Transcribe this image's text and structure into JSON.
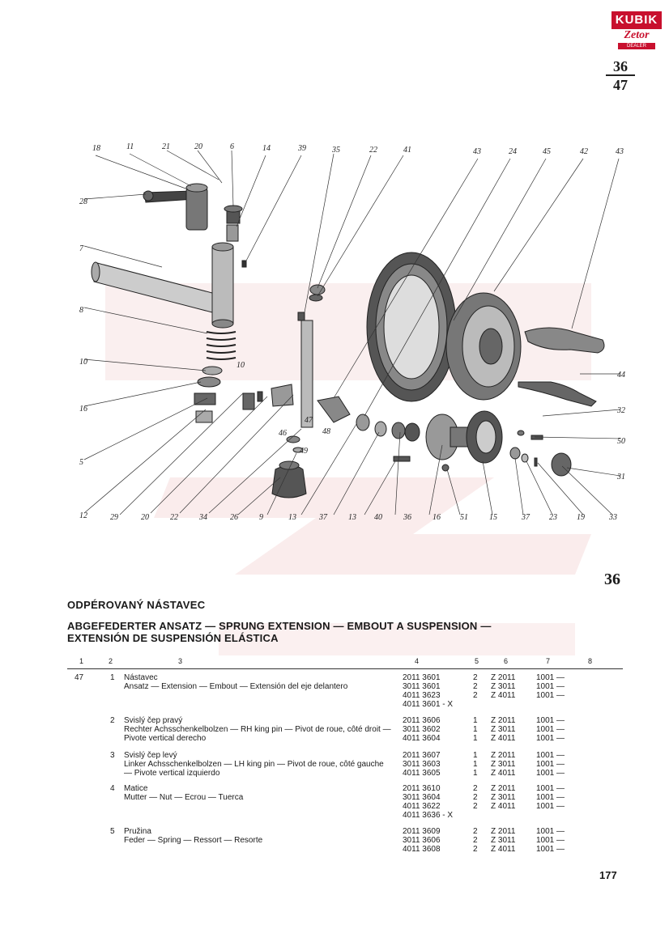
{
  "logo": {
    "brand": "KUBIK",
    "sub": "Zetor",
    "tag": "DEALER"
  },
  "figure_fraction": {
    "numerator": "36",
    "denominator": "47"
  },
  "figure_number": "36",
  "callouts": [
    "18",
    "11",
    "21",
    "20",
    "6",
    "14",
    "39",
    "35",
    "22",
    "41",
    "43",
    "24",
    "45",
    "42",
    "43",
    "28",
    "7",
    "8",
    "10",
    "10",
    "16",
    "5",
    "44",
    "32",
    "50",
    "31",
    "12",
    "29",
    "20",
    "22",
    "34",
    "26",
    "9",
    "13",
    "37",
    "13",
    "40",
    "36",
    "16",
    "51",
    "15",
    "37",
    "23",
    "19",
    "33",
    "46",
    "47",
    "48",
    "49"
  ],
  "title_cz": "ODPÉROVANÝ NÁSTAVEC",
  "title_multi_1": "ABGEFEDERTER ANSATZ — SPRUNG EXTENSION — EMBOUT A SUSPENSION —",
  "title_multi_2": "EXTENSIÓN DE SUSPENSIÓN ELÁSTICA",
  "column_numbers": [
    "1",
    "2",
    "3",
    "4",
    "5",
    "6",
    "7",
    "8"
  ],
  "parts": [
    {
      "fig": "47",
      "pos": "1",
      "desc": "Nástavec\nAnsatz — Extension — Embout — Extensión del eje delantero",
      "codes": [
        "2011 3601",
        "3011 3601",
        "4011 3623",
        "4011 3601 - X"
      ],
      "qty": [
        "2",
        "2",
        "2",
        ""
      ],
      "models": [
        "Z 2011",
        "Z 3011",
        "Z 4011",
        ""
      ],
      "valid": [
        "1001 —",
        "1001 —",
        "1001 —",
        ""
      ]
    },
    {
      "fig": "",
      "pos": "2",
      "desc": "Svislý čep pravý\nRechter Achsschenkelbolzen — RH king pin — Pivot de roue, côté droit — Pivote vertical derecho",
      "codes": [
        "2011 3606",
        "3011 3602",
        "4011 3604"
      ],
      "qty": [
        "1",
        "1",
        "1"
      ],
      "models": [
        "Z 2011",
        "Z 3011",
        "Z 4011"
      ],
      "valid": [
        "1001 —",
        "1001 —",
        "1001 —"
      ]
    },
    {
      "fig": "",
      "pos": "3",
      "desc": "Svislý čep levý\nLinker Achsschenkelbolzen — LH king pin — Pivot de roue, côté gauche — Pivote vertical izquierdo",
      "codes": [
        "2011 3607",
        "3011 3603",
        "4011 3605"
      ],
      "qty": [
        "1",
        "1",
        "1"
      ],
      "models": [
        "Z 2011",
        "Z 3011",
        "Z 4011"
      ],
      "valid": [
        "1001 —",
        "1001 —",
        "1001 —"
      ]
    },
    {
      "fig": "",
      "pos": "4",
      "desc": "Matice\nMutter — Nut — Ecrou — Tuerca",
      "codes": [
        "2011 3610",
        "3011 3604",
        "4011 3622",
        "4011 3636 - X"
      ],
      "qty": [
        "2",
        "2",
        "2",
        ""
      ],
      "models": [
        "Z 2011",
        "Z 3011",
        "Z 4011",
        ""
      ],
      "valid": [
        "1001 —",
        "1001 —",
        "1001 —",
        ""
      ]
    },
    {
      "fig": "",
      "pos": "5",
      "desc": "Pružina\nFeder — Spring — Ressort — Resorte",
      "codes": [
        "2011 3609",
        "3011 3606",
        "4011 3608"
      ],
      "qty": [
        "2",
        "2",
        "2"
      ],
      "models": [
        "Z 2011",
        "Z 3011",
        "Z 4011"
      ],
      "valid": [
        "1001 —",
        "1001 —",
        "1001 —"
      ]
    }
  ],
  "page_number": "177",
  "colors": {
    "brand_red": "#c8102e",
    "ink": "#1a1a1a",
    "watermark": "#f3dada"
  }
}
